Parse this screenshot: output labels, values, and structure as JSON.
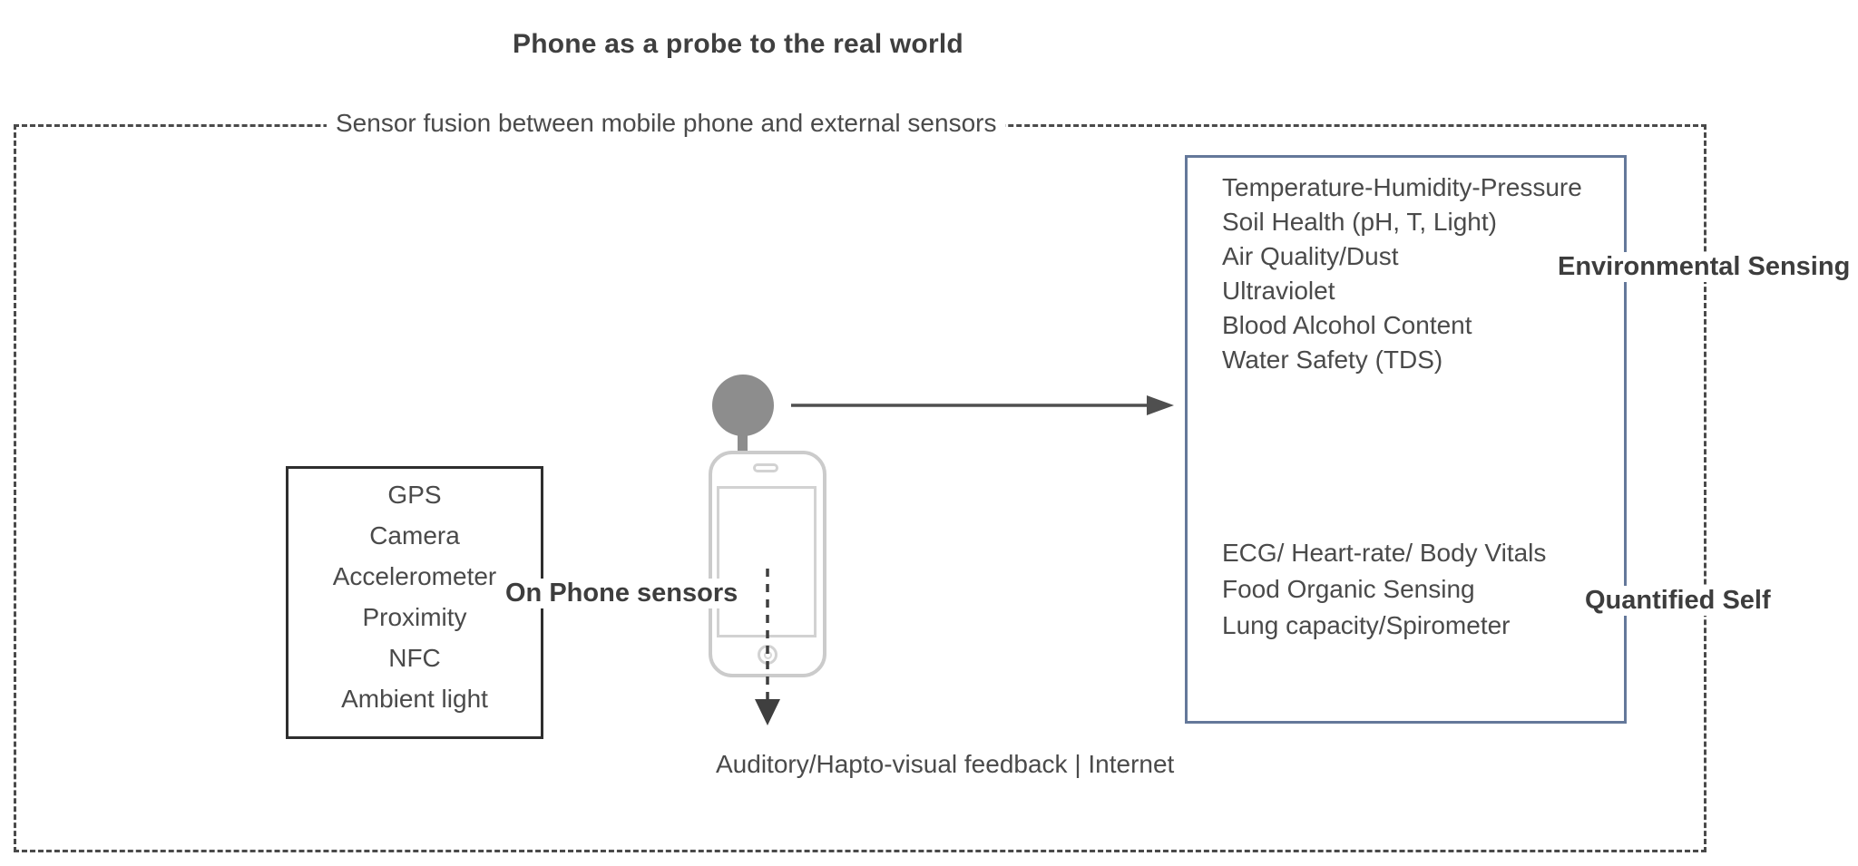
{
  "title": "Phone as a probe to the real world",
  "boundary": {
    "label": "Sensor fusion between mobile phone and external sensors"
  },
  "on_phone": {
    "label": "On Phone sensors",
    "items": [
      "GPS",
      "Camera",
      "Accelerometer",
      "Proximity",
      "NFC",
      "Ambient light"
    ]
  },
  "external": {
    "environmental": {
      "label": "Environmental Sensing",
      "items": [
        "Temperature-Humidity-Pressure",
        "Soil Health (pH, T, Light)",
        "Air Quality/Dust",
        "Ultraviolet",
        "Blood Alcohol Content",
        "Water Safety (TDS)"
      ]
    },
    "quantified_self": {
      "label": "Quantified Self",
      "items": [
        "ECG/ Heart-rate/ Body Vitals",
        "Food Organic Sensing",
        "Lung capacity/Spirometer"
      ]
    }
  },
  "feedback": {
    "label": "Auditory/Hapto-visual feedback | Internet"
  },
  "colors": {
    "text": "#4a4a4a",
    "bold_text": "#3d3d3d",
    "phone_box_border": "#2e2e2e",
    "external_box_border": "#64789a",
    "boundary_border": "#4a4a4a",
    "probe_fill": "#8d8d8d",
    "phone_outline": "#cbcbcb",
    "arrow": "#4f4f4f"
  }
}
